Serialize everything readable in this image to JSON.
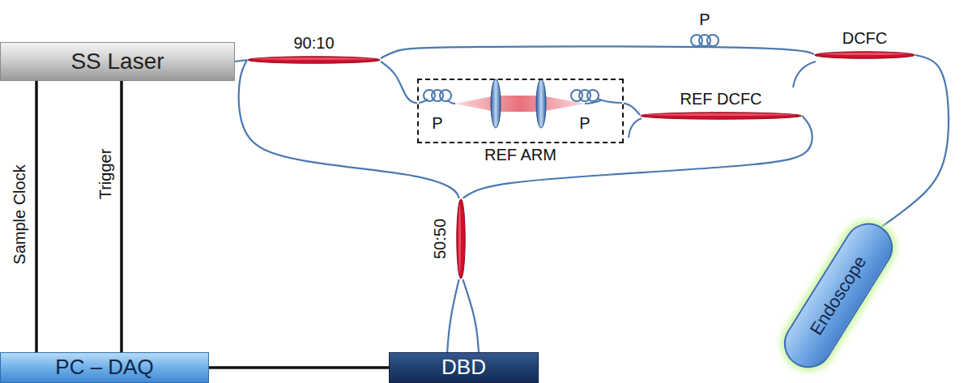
{
  "diagram": {
    "nodes": [
      {
        "text": [
          "SS Laser"
        ]
      },
      {
        "text": [
          "90:10"
        ]
      },
      {
        "text": [
          "REF ARM"
        ]
      },
      {
        "text": [
          "DCFC"
        ]
      },
      {
        "text": [
          "REF DCFC"
        ]
      },
      {
        "text": [
          "50:50"
        ]
      },
      {
        "text": [
          "PC – DAQ"
        ]
      },
      {
        "text": [
          "DBD"
        ]
      },
      {
        "text": [
          "Endoscope"
        ]
      }
    ],
    "edges": [
      {
        "from": 0,
        "to": 1,
        "arrow": "none"
      },
      {
        "from": 1,
        "to": 5,
        "arrow": "none"
      },
      {
        "from": 1,
        "to": 3,
        "arrow": "none"
      },
      {
        "from": 1,
        "to": 2,
        "arrow": "none"
      },
      {
        "from": 2,
        "to": 4,
        "arrow": "none"
      },
      {
        "from": 4,
        "to": 5,
        "arrow": "none"
      },
      {
        "from": 3,
        "to": 8,
        "arrow": "none"
      },
      {
        "from": 5,
        "to": 7,
        "arrow": "none"
      },
      {
        "from": 5,
        "to": 7,
        "arrow": "none"
      },
      {
        "from": 6,
        "to": 0,
        "label": "Sample Clock",
        "arrow": "none"
      },
      {
        "from": 6,
        "to": 0,
        "label": "Trigger",
        "arrow": "none"
      },
      {
        "from": 7,
        "to": 6,
        "arrow": "none"
      }
    ],
    "labels": [
      "P",
      "P",
      "P"
    ]
  }
}
